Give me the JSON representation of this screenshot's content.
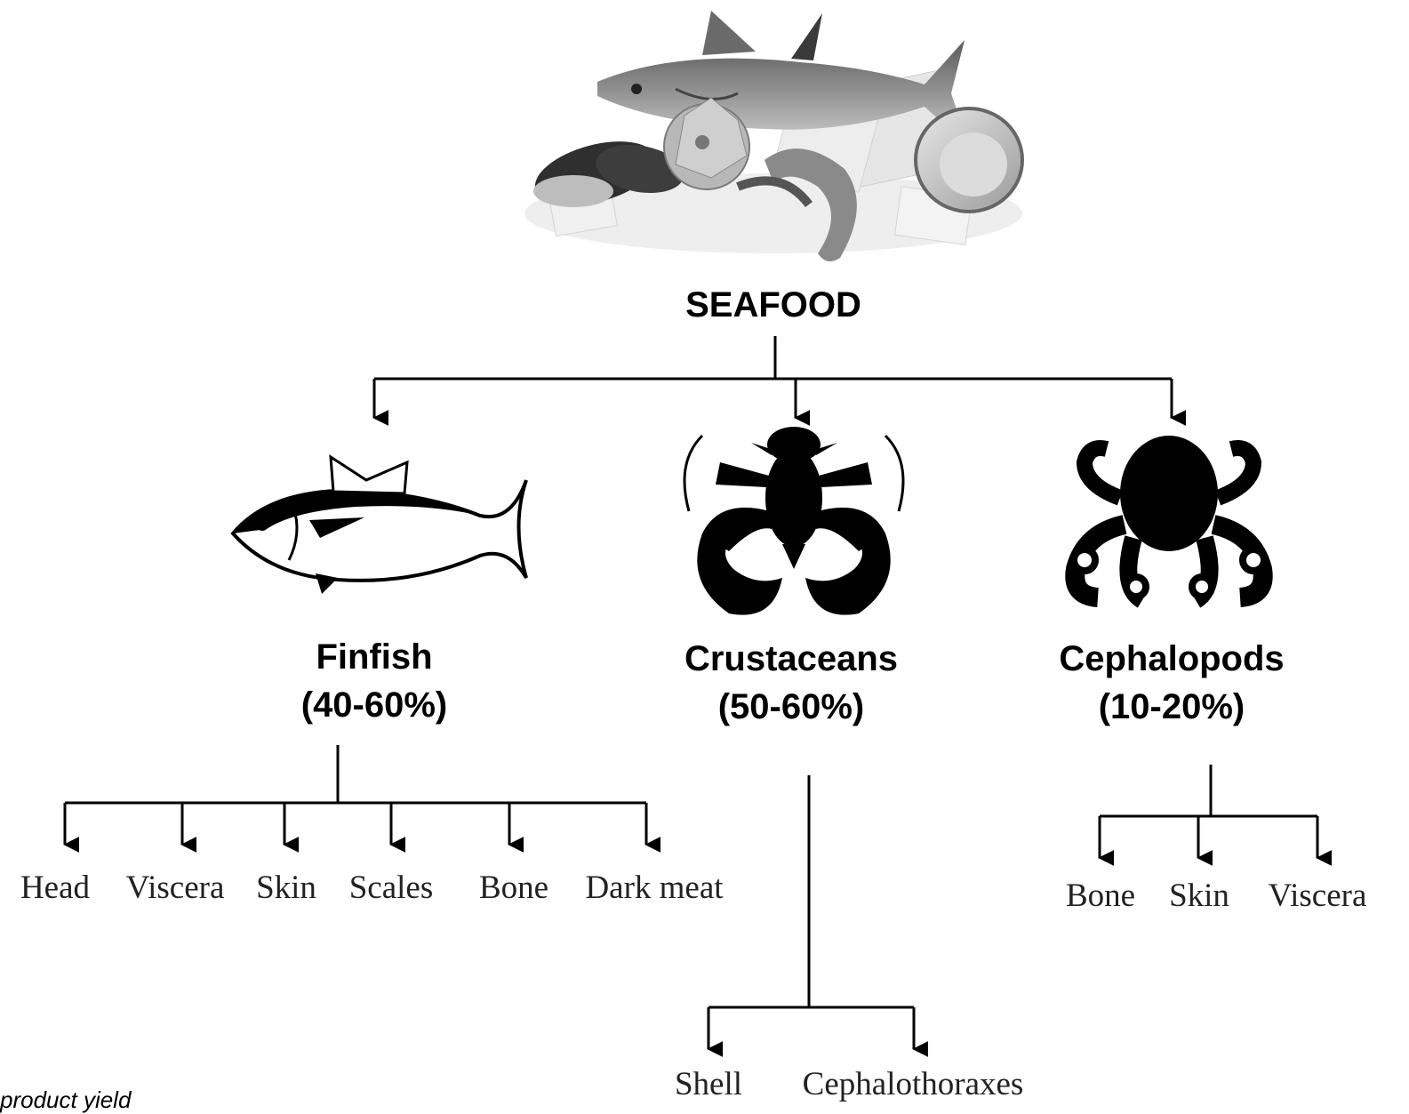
{
  "root": {
    "label": "SEAFOOD",
    "icon": "seafood-collage-icon"
  },
  "groups": [
    {
      "id": "finfish",
      "name": "Finfish",
      "yield": "(40-60%)",
      "icon": "fish-icon",
      "byproducts": [
        "Head",
        "Viscera",
        "Skin",
        "Scales",
        "Bone",
        "Dark meat"
      ]
    },
    {
      "id": "crustaceans",
      "name": "Crustaceans",
      "yield": "(50-60%)",
      "icon": "lobster-icon",
      "byproducts": [
        "Shell",
        "Cephalothoraxes"
      ]
    },
    {
      "id": "cephalopods",
      "name": "Cephalopods",
      "yield": "(10-20%)",
      "icon": "octopus-icon",
      "byproducts": [
        "Bone",
        "Skin",
        "Viscera"
      ]
    }
  ],
  "caption": "product yield"
}
